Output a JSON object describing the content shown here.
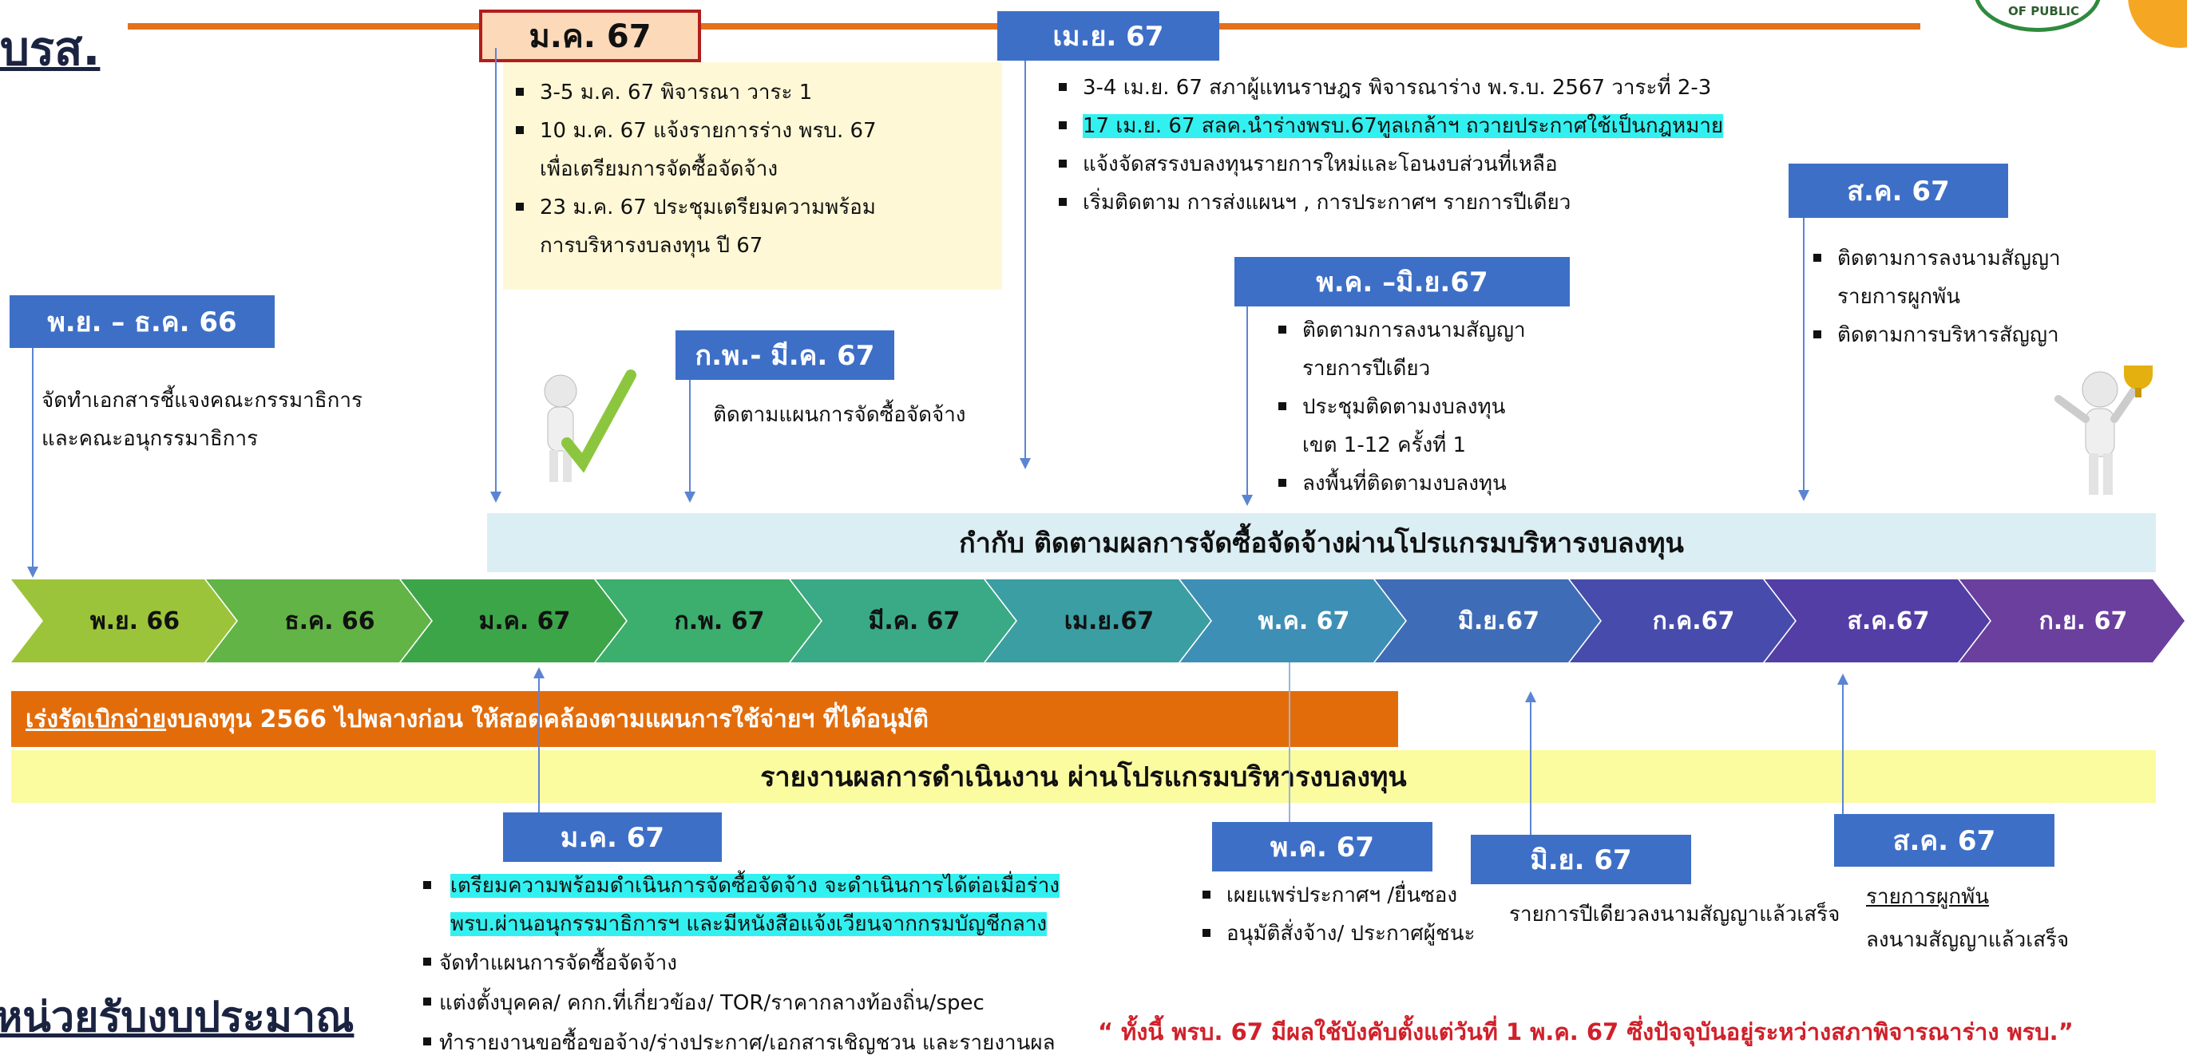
{
  "colors": {
    "blue_header": "#3d6fc7",
    "orange_line": "#e4711c",
    "orange_band": "#e36c0a",
    "light_blue_band": "#dbeef4",
    "yellow_band": "#fbfba0",
    "cyan_highlight": "#33f0f0",
    "red_quote": "#d0202a"
  },
  "page": {
    "title_left_top": "บรส.",
    "title_left_bottom": "หน่วยรับงบประมาณ"
  },
  "top": {
    "jan_header": "ม.ค. 67",
    "jan_items": [
      "3-5 ม.ค. 67 พิจารณา วาระ 1",
      "10 ม.ค. 67 แจ้งรายการร่าง พรบ. 67",
      "เพื่อเตรียมการจัดซื้อจัดจ้าง",
      "23 ม.ค. 67 ประชุมเตรียมความพร้อม",
      "การบริหารงบลงทุน ปี 67"
    ],
    "apr_header": "เม.ย. 67",
    "apr_items": [
      "3-4 เม.ย. 67 สภาผู้แทนราษฎร พิจารณาร่าง พ.ร.บ. 2567 วาระที่ 2-3",
      "17 เม.ย. 67 สลค.นำร่างพรบ.67ทูลเกล้าฯ ถวายประกาศใช้เป็นกฎหมาย",
      "แจ้งจัดสรรงบลงทุนรายการใหม่และโอนงบส่วนที่เหลือ",
      "เริ่มติดตาม การส่งแผนฯ , การประกาศฯ รายการปีเดียว"
    ],
    "aug_header": "ส.ค. 67",
    "aug_items": [
      "ติดตามการลงนามสัญญา",
      "รายการผูกพัน",
      "ติดตามการบริหารสัญญา"
    ],
    "nov_header": "พ.ย. – ธ.ค. 66",
    "nov_text_1": "จัดทำเอกสารชี้แจงคณะกรรมาธิการ",
    "nov_text_2": "และคณะอนุกรรมาธิการ",
    "feb_header": "ก.พ.- มี.ค. 67",
    "feb_text": "ติดตามแผนการจัดซื้อจัดจ้าง",
    "may_header": "พ.ค. –มิ.ย.67",
    "may_items": [
      "ติดตามการลงนามสัญญา",
      "รายการปีเดียว",
      "ประชุมติดตามงบลงทุน",
      "เขต 1-12 ครั้งที่ 1",
      "ลงพื้นที่ติดตามงบลงทุน"
    ]
  },
  "bands": {
    "supervise": "กำกับ ติดตามผลการจัดซื้อจัดจ้างผ่านโปรแกรมบริหารงบลงทุน",
    "orange_underlined": "เร่งรัดเบิกจ่าย",
    "orange_rest": "งบลงทุน 2566 ไปพลางก่อน ให้สอดคล้องตามแผนการใช้จ่ายฯ ที่ได้อนุมัติ",
    "report": "รายงานผลการดำเนินงาน ผ่านโปรแกรมบริหารงบลงทุน"
  },
  "timeline": [
    {
      "label": "พ.ย. 66",
      "color": "#9cc43a",
      "text": "#111"
    },
    {
      "label": "ธ.ค. 66",
      "color": "#62b446",
      "text": "#111"
    },
    {
      "label": "ม.ค. 67",
      "color": "#3ca548",
      "text": "#111"
    },
    {
      "label": "ก.พ. 67",
      "color": "#3cae6e",
      "text": "#111"
    },
    {
      "label": "มี.ค. 67",
      "color": "#3aa986",
      "text": "#111"
    },
    {
      "label": "เม.ย.67",
      "color": "#3b9ea2",
      "text": "#111"
    },
    {
      "label": "พ.ค. 67",
      "color": "#3e8fb6",
      "text": "#ffffff"
    },
    {
      "label": "มิ.ย.67",
      "color": "#3f6cb6",
      "text": "#ffffff"
    },
    {
      "label": "ก.ค.67",
      "color": "#474cac",
      "text": "#ffffff"
    },
    {
      "label": "ส.ค.67",
      "color": "#533ea6",
      "text": "#ffffff"
    },
    {
      "label": "ก.ย. 67",
      "color": "#6a3f9e",
      "text": "#ffffff"
    }
  ],
  "bottom": {
    "jan_header": "ม.ค. 67",
    "jan_items": [
      "เตรียมความพร้อมดำเนินการจัดซื้อจัดจ้าง จะดำเนินการได้ต่อเมื่อร่าง",
      "พรบ.ผ่านอนุกรรมาธิการฯ และมีหนังสือแจ้งเวียนจากกรมบัญชีกลาง",
      "จัดทำแผนการจัดซื้อจัดจ้าง",
      "แต่งตั้งบุคคล/ คกก.ที่เกี่ยวข้อง/ TOR/ราคากลางท้องถิ่น/spec",
      "ทำรายงานขอซื้อขอจ้าง/ร่างประกาศ/เอกสารเชิญชวน และรายงานผล"
    ],
    "may_header": "พ.ค. 67",
    "may_items": [
      "เผยแพร่ประกาศฯ /ยื่นซอง",
      "อนุมัติสั่งจ้าง/ ประกาศผู้ชนะ"
    ],
    "jun_header": "มิ.ย. 67",
    "jun_text": "รายการปีเดียวลงนามสัญญาแล้วเสร็จ",
    "aug_header": "ส.ค. 67",
    "aug_text_1": "รายการผูกพัน",
    "aug_text_2": "ลงนามสัญญาแล้วเสร็จ",
    "quote": "“ ทั้งนี้ พรบ. 67 มีผลใช้บังคับตั้งแต่วันที่ 1 พ.ค. 67 ซึ่งปัจจุบันอยู่ระหว่างสภาพิจารณาร่าง พรบ.”"
  },
  "seal_text": "OF PUBLIC"
}
